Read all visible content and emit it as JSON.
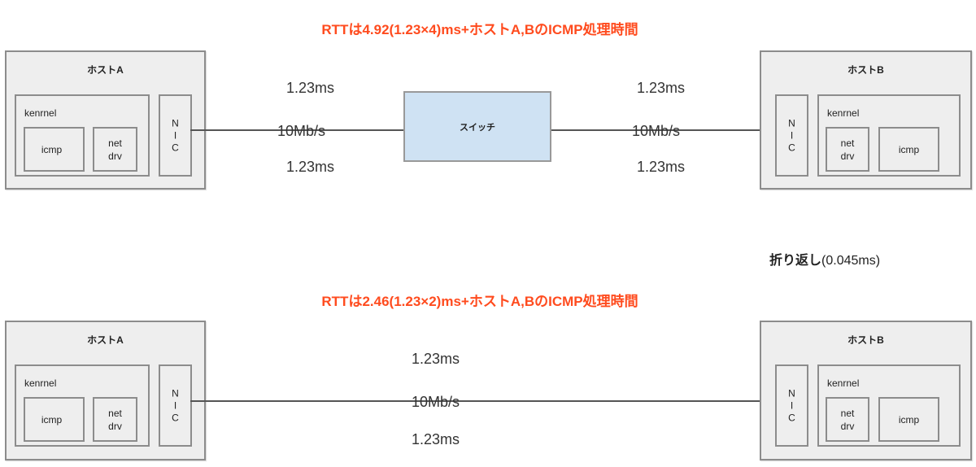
{
  "top": {
    "title": "RTTは4.92(1.23×4)ms+ホストA,BのICMP処理時間",
    "host_a": {
      "label": "ホストA",
      "kernel_label": "kenrnel",
      "icmp_label": "icmp",
      "netdrv_line1": "net",
      "netdrv_line2": "drv",
      "nic_letters": [
        "N",
        "I",
        "C"
      ]
    },
    "host_b": {
      "label": "ホストB",
      "kernel_label": "kenrnel",
      "icmp_label": "icmp",
      "netdrv_line1": "net",
      "netdrv_line2": "drv",
      "nic_letters": [
        "N",
        "I",
        "C"
      ]
    },
    "switch_label": "スイッチ",
    "left_link": {
      "upper_latency": "1.23ms",
      "bandwidth": "10Mb/s",
      "lower_latency": "1.23ms"
    },
    "right_link": {
      "upper_latency": "1.23ms",
      "bandwidth": "10Mb/s",
      "lower_latency": "1.23ms"
    }
  },
  "turnaround_note": {
    "label": "折り返し",
    "value": "(0.045ms)"
  },
  "bottom": {
    "title": "RTTは2.46(1.23×2)ms+ホストA,BのICMP処理時間",
    "host_a": {
      "label": "ホストA",
      "kernel_label": "kenrnel",
      "icmp_label": "icmp",
      "netdrv_line1": "net",
      "netdrv_line2": "drv",
      "nic_letters": [
        "N",
        "I",
        "C"
      ]
    },
    "host_b": {
      "label": "ホストB",
      "kernel_label": "kenrnel",
      "icmp_label": "icmp",
      "netdrv_line1": "net",
      "netdrv_line2": "drv",
      "nic_letters": [
        "N",
        "I",
        "C"
      ]
    },
    "link": {
      "upper_latency": "1.23ms",
      "bandwidth": "10Mb/s",
      "lower_latency": "1.23ms"
    }
  },
  "colors": {
    "title": "#ff4b1e",
    "host_fill": "#eeeeee",
    "border": "#8c8c8c",
    "switch_fill": "#cfe2f3",
    "wire": "#555555"
  }
}
